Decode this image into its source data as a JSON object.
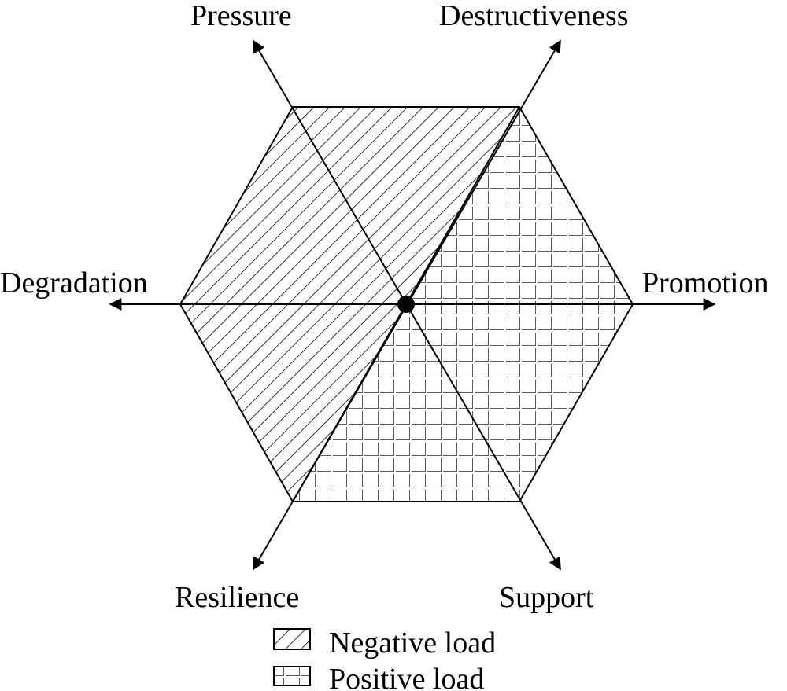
{
  "diagram": {
    "axes": {
      "pressure": "Pressure",
      "destructiveness": "Destructiveness",
      "degradation": "Degradation",
      "promotion": "Promotion",
      "resilience": "Resilience",
      "support": "Support"
    },
    "regions": [
      {
        "axes_spanned": [
          "Pressure",
          "Destructiveness",
          "Degradation",
          "Resilience"
        ],
        "load": "negative",
        "pattern": "diagonal-hatch"
      },
      {
        "axes_spanned": [
          "Destructiveness",
          "Promotion",
          "Support",
          "Resilience"
        ],
        "load": "positive",
        "pattern": "grid-hatch"
      }
    ],
    "legend": {
      "negative": "Negative load",
      "positive": "Positive load"
    },
    "colors": {
      "stroke": "#000000",
      "background": "#ffffff"
    }
  }
}
